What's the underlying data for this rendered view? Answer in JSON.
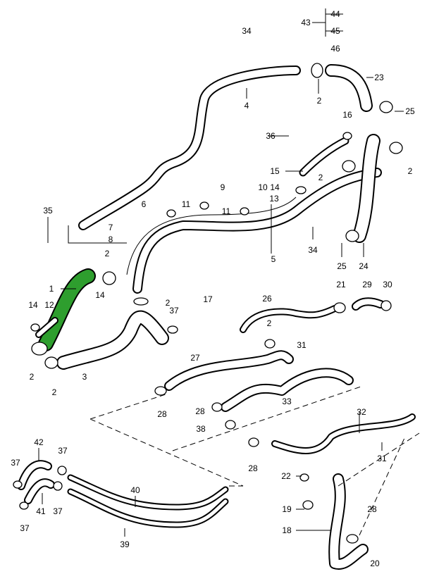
{
  "diagram": {
    "highlight_color": "#2e9e2e",
    "highlighted_part": "1",
    "labels": [
      "43",
      "44",
      "45",
      "46",
      "34",
      "23",
      "4",
      "2",
      "25",
      "16",
      "36",
      "15",
      "2",
      "2",
      "14",
      "13",
      "9",
      "10",
      "6",
      "11",
      "11",
      "35",
      "7",
      "8",
      "5",
      "34",
      "25",
      "24",
      "2",
      "1",
      "14",
      "2",
      "17",
      "37",
      "26",
      "21",
      "29",
      "30",
      "14",
      "12",
      "2",
      "31",
      "2",
      "3",
      "2",
      "27",
      "28",
      "28",
      "33",
      "38",
      "32",
      "31",
      "28",
      "42",
      "37",
      "37",
      "40",
      "22",
      "19",
      "28",
      "41",
      "37",
      "37",
      "39",
      "18",
      "20"
    ]
  }
}
